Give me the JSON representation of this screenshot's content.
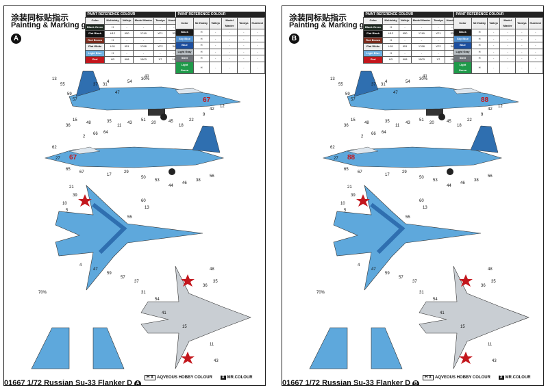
{
  "title_cn": "涂装同标贴指示",
  "title_en": "Painting & Marking guide",
  "table_header": "PAINT REFERENCE COLOUR",
  "columns": [
    "Color",
    "Mr.Hobby",
    "Vallejo",
    "Model Master",
    "Tamiya",
    "Humbrol"
  ],
  "colors_left": [
    {
      "name": "Black Green",
      "hex": "#1f2b22",
      "codes": [
        "H",
        "-",
        "-",
        "-",
        "-"
      ]
    },
    {
      "name": "Flat Black",
      "hex": "#111111",
      "codes": [
        "H12",
        "950",
        "1749",
        "XF1",
        "33"
      ]
    },
    {
      "name": "Red Brown",
      "hex": "#7a2b1d",
      "codes": [
        "H",
        "-",
        "-",
        "-",
        "-"
      ]
    },
    {
      "name": "Flat White",
      "hex": "#eeeeee",
      "codes": [
        "H11",
        "951",
        "1768",
        "XF2",
        "34"
      ]
    },
    {
      "name": "Light Blue",
      "hex": "#6fb0e0",
      "codes": [
        "H",
        "-",
        "-",
        "-",
        "-"
      ]
    },
    {
      "name": "Red",
      "hex": "#c3161c",
      "codes": [
        "H3",
        "908",
        "1503",
        "X7",
        "19"
      ]
    }
  ],
  "colors_right": [
    {
      "name": "Black",
      "hex": "#1b1b1b",
      "codes": [
        "H",
        "-",
        "-",
        "-",
        "-"
      ]
    },
    {
      "name": "Sky Blue",
      "hex": "#4e8fd0",
      "codes": [
        "H",
        "-",
        "-",
        "-",
        "-"
      ]
    },
    {
      "name": "Blue",
      "hex": "#1c4fa0",
      "codes": [
        "H",
        "-",
        "-",
        "-",
        "-"
      ]
    },
    {
      "name": "Light Gray",
      "hex": "#b9c0c5",
      "codes": [
        "H",
        "-",
        "-",
        "-",
        "-"
      ]
    },
    {
      "name": "Steel",
      "hex": "#6e7378",
      "codes": [
        "H",
        "-",
        "-",
        "-",
        "-"
      ]
    },
    {
      "name": "Light Green",
      "hex": "#1f9a4a",
      "codes": [
        "H",
        "-",
        "-",
        "-",
        "-"
      ]
    }
  ],
  "legend_h": "AQVEOUS HOBBY COLOUR",
  "legend_x": "MR.COLOUR",
  "sheets": [
    {
      "letter": "A",
      "code": "01667 1/72 Russian Su-33 Flanker D",
      "tail": "67"
    },
    {
      "letter": "B",
      "code": "01667 1/72 Russian Su-33 Flanker D",
      "tail": "88"
    }
  ],
  "callouts": [
    "13",
    "55",
    "4",
    "47",
    "59",
    "57",
    "37",
    "31",
    "54",
    "41",
    "15",
    "36",
    "48",
    "35",
    "11",
    "43",
    "51",
    "20",
    "45",
    "18",
    "22",
    "9",
    "42",
    "12",
    "2",
    "66",
    "64",
    "62",
    "27",
    "65",
    "67",
    "17",
    "29",
    "50",
    "53",
    "44",
    "46",
    "38",
    "56",
    "21",
    "39",
    "10",
    "5",
    "60"
  ],
  "mix_labels": [
    "70%",
    "30%"
  ]
}
